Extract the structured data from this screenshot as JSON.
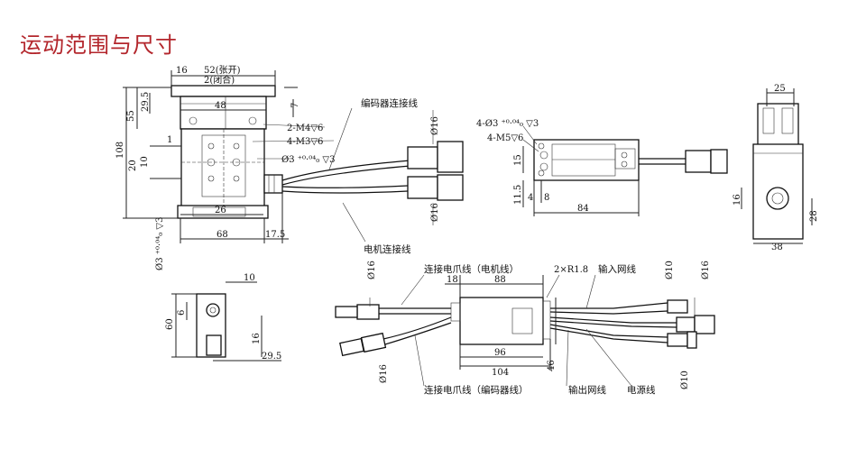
{
  "title": "运动范围与尺寸",
  "accent_color": "#b3262c",
  "front_view": {
    "dims": {
      "d16": "16",
      "d52": "52(张开)",
      "d2": "2(闭合)",
      "d29_5": "29.5",
      "d7": "7",
      "d48": "48",
      "d55": "55",
      "d108": "108",
      "d1": "1",
      "d20": "20",
      "d10": "10",
      "d26": "26",
      "d68": "68",
      "d17_5": "17.5",
      "hole_left": "Ø3 ⁺⁰·⁰⁴₀ ▽3"
    },
    "callouts": {
      "m4": "2-M4▽6",
      "m3": "4-M3▽6",
      "phi3": "Ø3 ⁺⁰·⁰⁴₀ ▽3"
    },
    "cables": {
      "encoder": "编码器连接线",
      "motor": "电机连接线",
      "phi16_top": "Ø16",
      "phi16_bottom": "Ø16"
    }
  },
  "side_view": {
    "callouts": {
      "phi3": "4-Ø3 ⁺⁰·⁰⁴₀ ▽3",
      "m5": "4-M5▽6"
    },
    "dims": {
      "d15": "15",
      "d11_5": "11.5",
      "d4": "4",
      "d8": "8",
      "d84": "84"
    }
  },
  "end_view": {
    "dims": {
      "d25": "25",
      "d16": "16",
      "d28": "28",
      "d38": "38"
    }
  },
  "top_view": {
    "dims": {
      "d10": "10",
      "d60": "60",
      "d6": "6",
      "d16": "16",
      "d29_5": "29.5"
    }
  },
  "controller": {
    "labels": {
      "connector_motor": "连接电爪线（电机线）",
      "connector_encoder": "连接电爪线（编码器线）",
      "input_net": "输入网线",
      "output_net": "输出网线",
      "power": "电源线"
    },
    "dims": {
      "phi16_left": "Ø16",
      "phi16_bottom": "Ø16",
      "d18": "18",
      "d88": "88",
      "r18": "2×R1.8",
      "phi10_top": "Ø10",
      "phi16_right": "Ø16",
      "d96": "96",
      "d104": "104",
      "d46": "46",
      "phi10_bottom": "Ø10"
    }
  }
}
